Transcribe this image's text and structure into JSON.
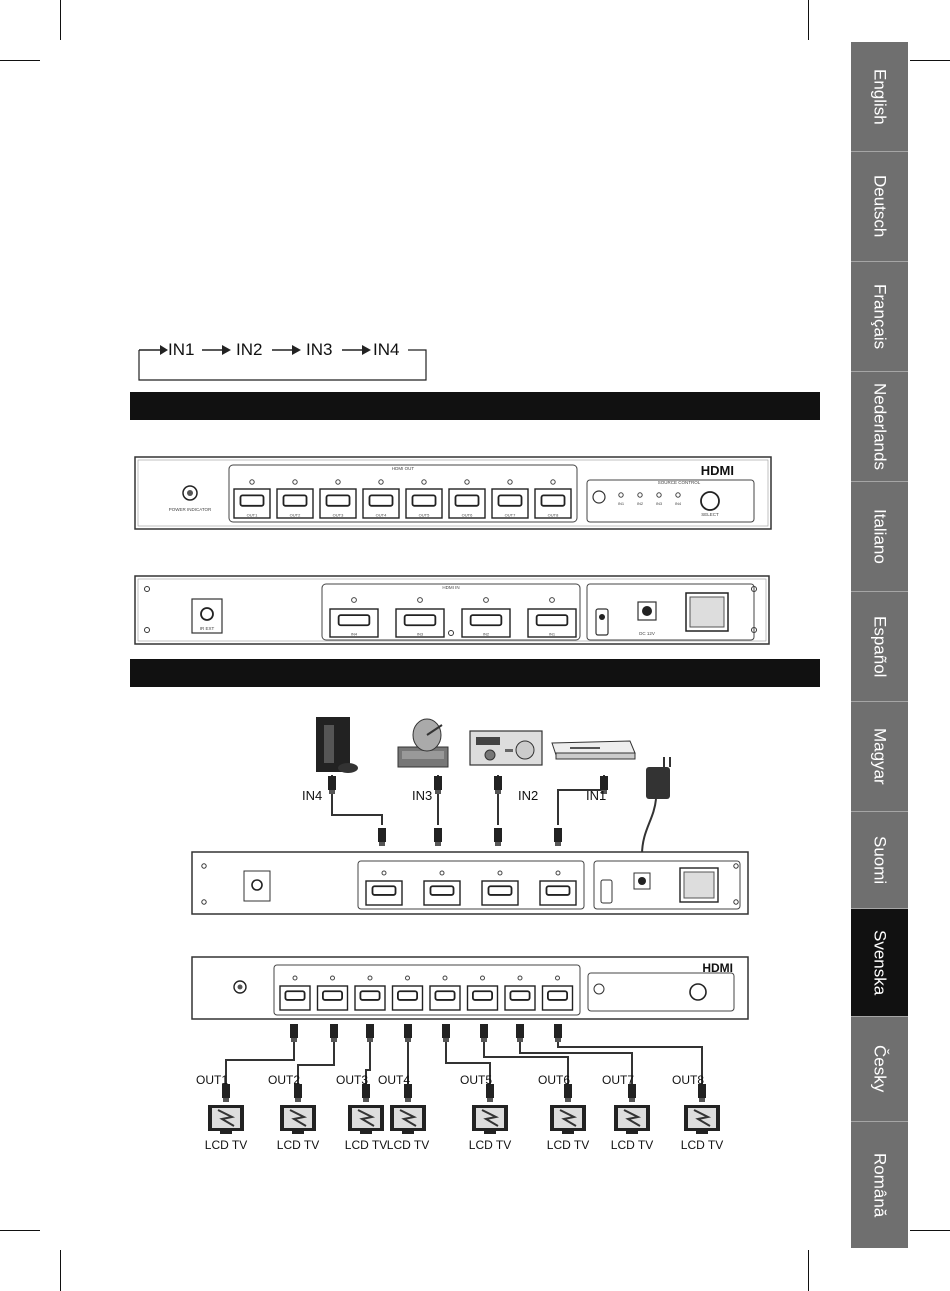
{
  "languages": [
    "English",
    "Deutsch",
    "Français",
    "Nederlands",
    "Italiano",
    "Español",
    "Magyar",
    "Suomi",
    "Svenska",
    "Česky",
    "Română"
  ],
  "active_language": "Svenska",
  "cycle": [
    "IN1",
    "IN2",
    "IN3",
    "IN4"
  ],
  "front_panel": {
    "power_label": "POWER INDICATOR",
    "hdmi_out_label": "HDMI OUT",
    "outputs": [
      "OUT1",
      "OUT2",
      "OUT3",
      "OUT4",
      "OUT5",
      "OUT6",
      "OUT7",
      "OUT8"
    ],
    "brand": "HDMI",
    "source_control_label": "SOURCE CONTROL",
    "leds": [
      "IN1",
      "IN2",
      "IN3",
      "IN4"
    ],
    "select_label": "SELECT"
  },
  "rear_panel": {
    "ir_label": "IR EXT",
    "hdmi_in_label": "HDMI IN",
    "inputs": [
      "IN4",
      "IN3",
      "IN2",
      "IN1"
    ],
    "dc_label": "DC 12V"
  },
  "connection": {
    "source_labels": [
      "IN4",
      "IN3",
      "IN2",
      "IN1"
    ],
    "out_labels": [
      "OUT1",
      "OUT2",
      "OUT3",
      "OUT4",
      "OUT5",
      "OUT6",
      "OUT7",
      "OUT8"
    ],
    "tv_label": "LCD TV"
  }
}
